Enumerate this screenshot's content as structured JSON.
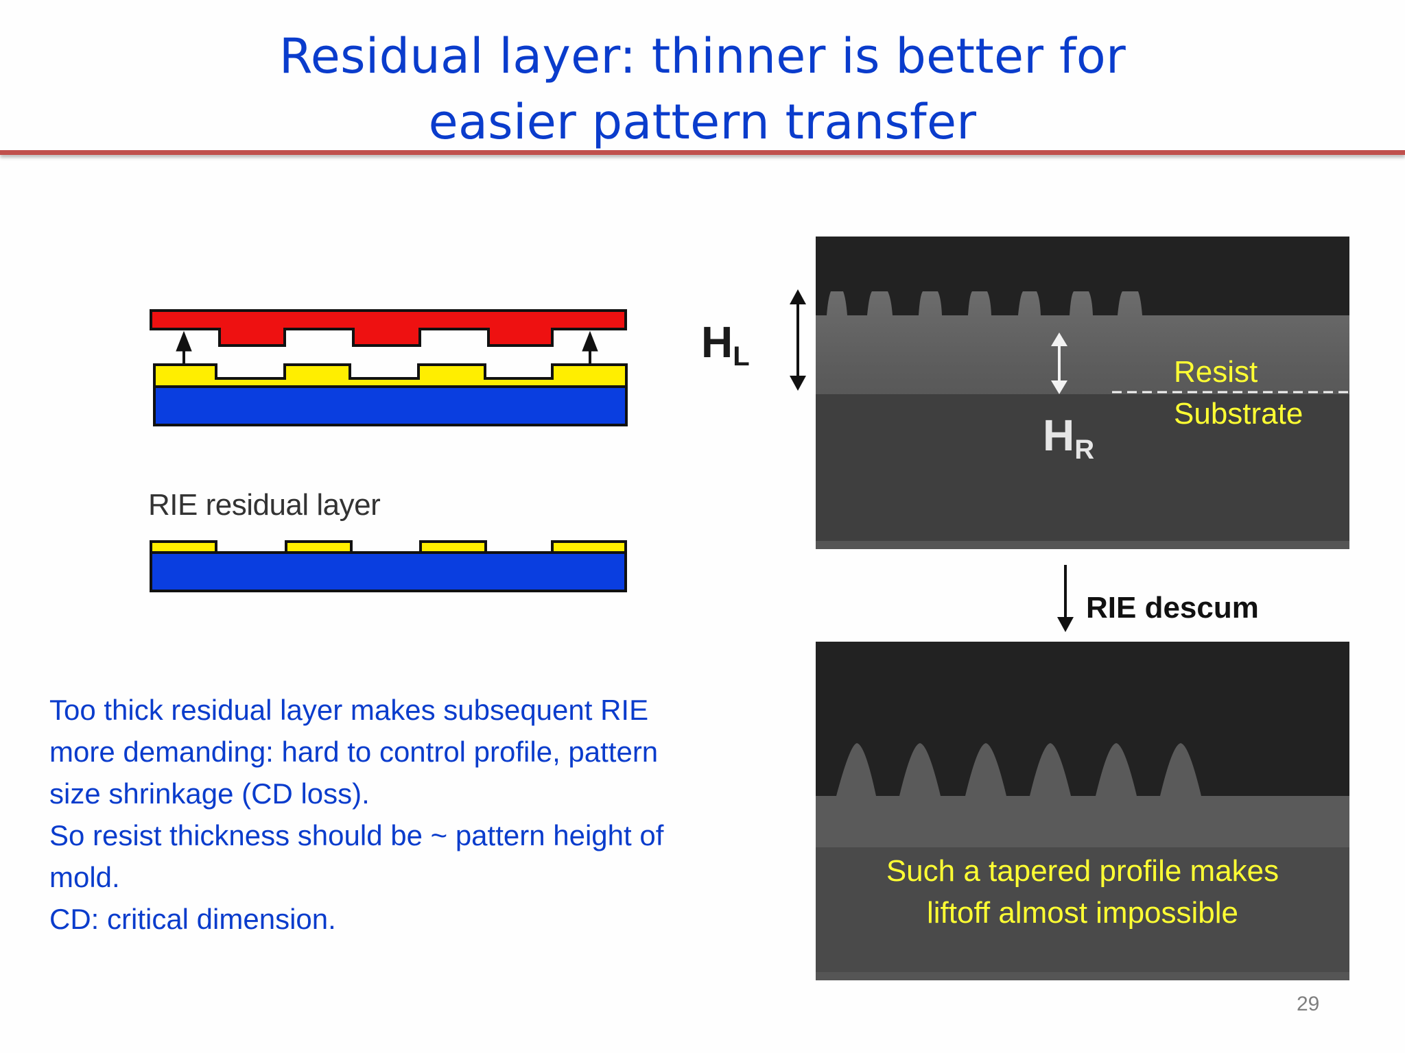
{
  "title": {
    "line1": "Residual layer: thinner is better for",
    "line2": "easier pattern transfer"
  },
  "schematic": {
    "caption": "RIE residual layer",
    "colors": {
      "mold": "#ee1111",
      "resist": "#ffee00",
      "substrate": "#0a3ee0"
    }
  },
  "sem_top": {
    "hl_label": "H",
    "hl_sub": "L",
    "hr_label": "H",
    "hr_sub": "R",
    "resist_label": "Resist",
    "substrate_label": "Substrate"
  },
  "process_step": {
    "label": "RIE descum"
  },
  "sem_bottom": {
    "caption_line1": "Such a tapered profile makes",
    "caption_line2": "liftoff almost impossible"
  },
  "description": {
    "lines": [
      "Too thick residual layer makes subsequent RIE",
      "more demanding: hard to control profile, pattern",
      "size shrinkage (CD loss).",
      "So resist thickness should be ~ pattern height of",
      "mold.",
      "CD: critical dimension."
    ]
  },
  "page_number": "29"
}
